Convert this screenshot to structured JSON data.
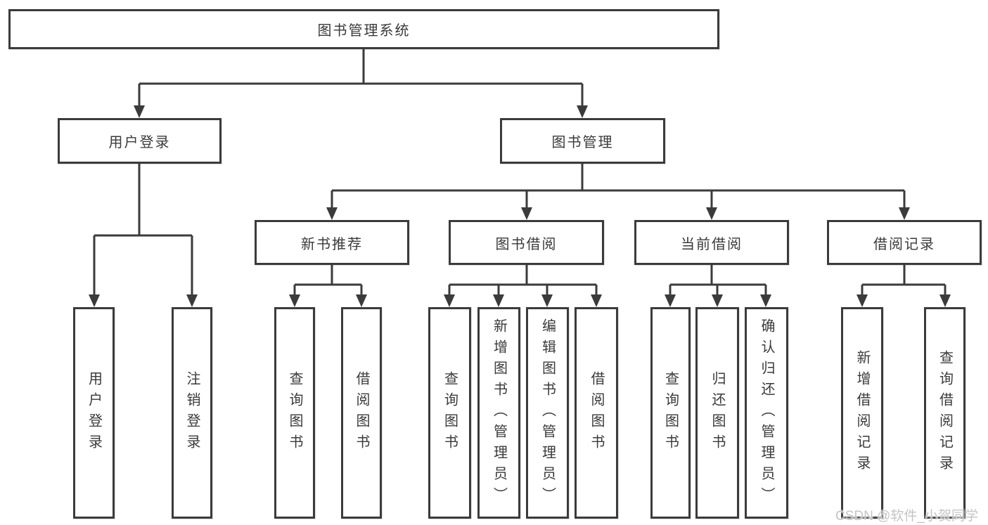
{
  "diagram": {
    "root": {
      "label": "图书管理系统"
    },
    "branches": [
      {
        "label": "用户登录",
        "children": [
          "用户登录",
          "注销登录"
        ]
      },
      {
        "label": "图书管理"
      }
    ],
    "modules": [
      {
        "label": "新书推荐",
        "children": [
          "查询图书",
          "借阅图书"
        ]
      },
      {
        "label": "图书借阅",
        "children": [
          "查询图书",
          "新增图书（管理员）",
          "编辑图书（管理员）",
          "借阅图书"
        ]
      },
      {
        "label": "当前借阅",
        "children": [
          "查询图书",
          "归还图书",
          "确认归还（管理员）"
        ]
      },
      {
        "label": "借阅记录",
        "children": [
          "新增借阅记录",
          "查询借阅记录"
        ]
      }
    ],
    "watermark": "CSDN @软件_小贺同学"
  },
  "colors": {
    "line": "#3b3b3b",
    "text": "#3a3a3a",
    "box_background": "#ffffff",
    "watermark": "#c4c4c4"
  }
}
